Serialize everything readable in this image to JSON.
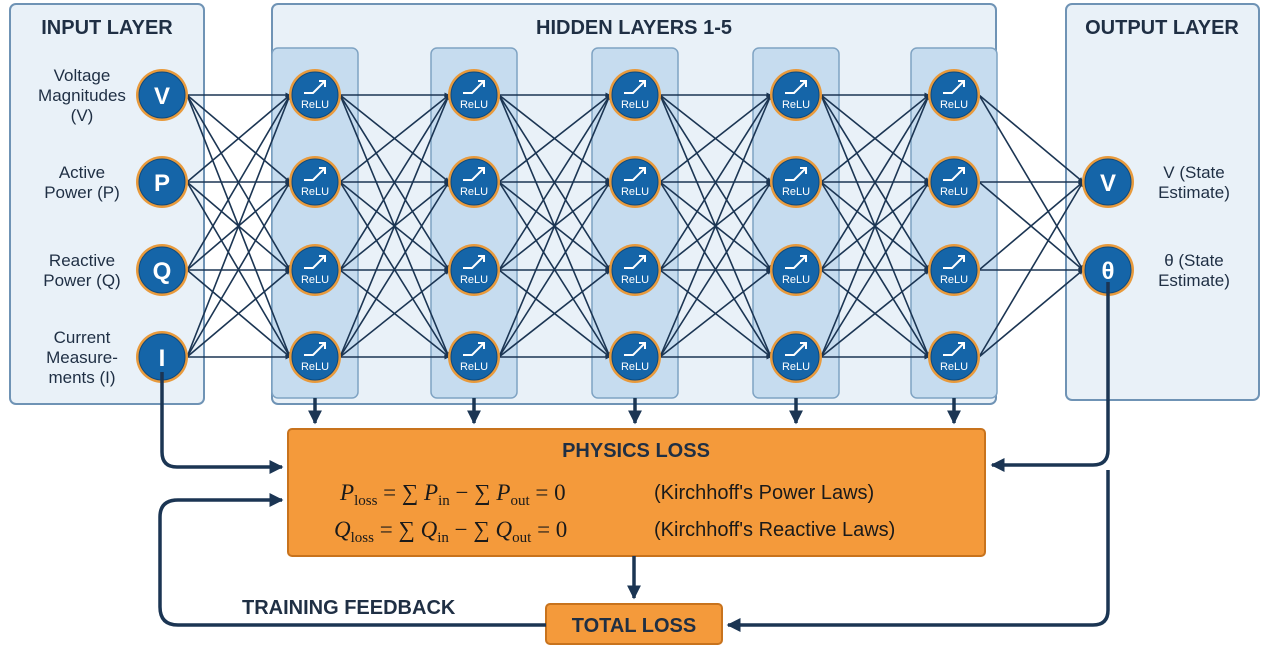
{
  "input_layer": {
    "title": "INPUT LAYER",
    "nodes": [
      {
        "symbol": "V",
        "label_lines": [
          "Voltage",
          "Magnitudes",
          "(V)"
        ]
      },
      {
        "symbol": "P",
        "label_lines": [
          "Active",
          "Power (P)"
        ]
      },
      {
        "symbol": "Q",
        "label_lines": [
          "Reactive",
          "Power (Q)"
        ]
      },
      {
        "symbol": "I",
        "label_lines": [
          "Current",
          "Measure-",
          "ments (I)"
        ]
      }
    ]
  },
  "hidden_layers": {
    "title": "HIDDEN LAYERS 1-5",
    "activation_label": "ReLU",
    "layer_count": 5,
    "nodes_per_layer": 4
  },
  "output_layer": {
    "title": "OUTPUT LAYER",
    "nodes": [
      {
        "symbol": "V",
        "label_lines": [
          "V (State",
          "Estimate)"
        ]
      },
      {
        "symbol": "θ",
        "label_lines": [
          "θ (State",
          "Estimate)"
        ]
      }
    ]
  },
  "physics_loss": {
    "title": "PHYSICS LOSS",
    "equations": [
      {
        "lhs": "P",
        "lhs_sub": "loss",
        "rhs_a": "P",
        "rhs_a_sub": "in",
        "rhs_b": "P",
        "rhs_b_sub": "out",
        "result": "0",
        "note": "(Kirchhoff's Power Laws)"
      },
      {
        "lhs": "Q",
        "lhs_sub": "loss",
        "rhs_a": "Q",
        "rhs_a_sub": "in",
        "rhs_b": "Q",
        "rhs_b_sub": "out",
        "result": "0",
        "note": "(Kirchhoff's Reactive Laws)"
      }
    ]
  },
  "total_loss": {
    "label": "TOTAL LOSS"
  },
  "training_feedback": {
    "label": "TRAINING FEEDBACK"
  },
  "colors": {
    "panel_fill": "#e9f1f8",
    "panel_stroke": "#6f93b5",
    "column_fill": "#c6dcef",
    "node_fill": "#1565a8",
    "node_ring": "#e89a3c",
    "loss_fill": "#f49a3b",
    "loss_stroke": "#c8731d",
    "line": "#1b3553"
  }
}
